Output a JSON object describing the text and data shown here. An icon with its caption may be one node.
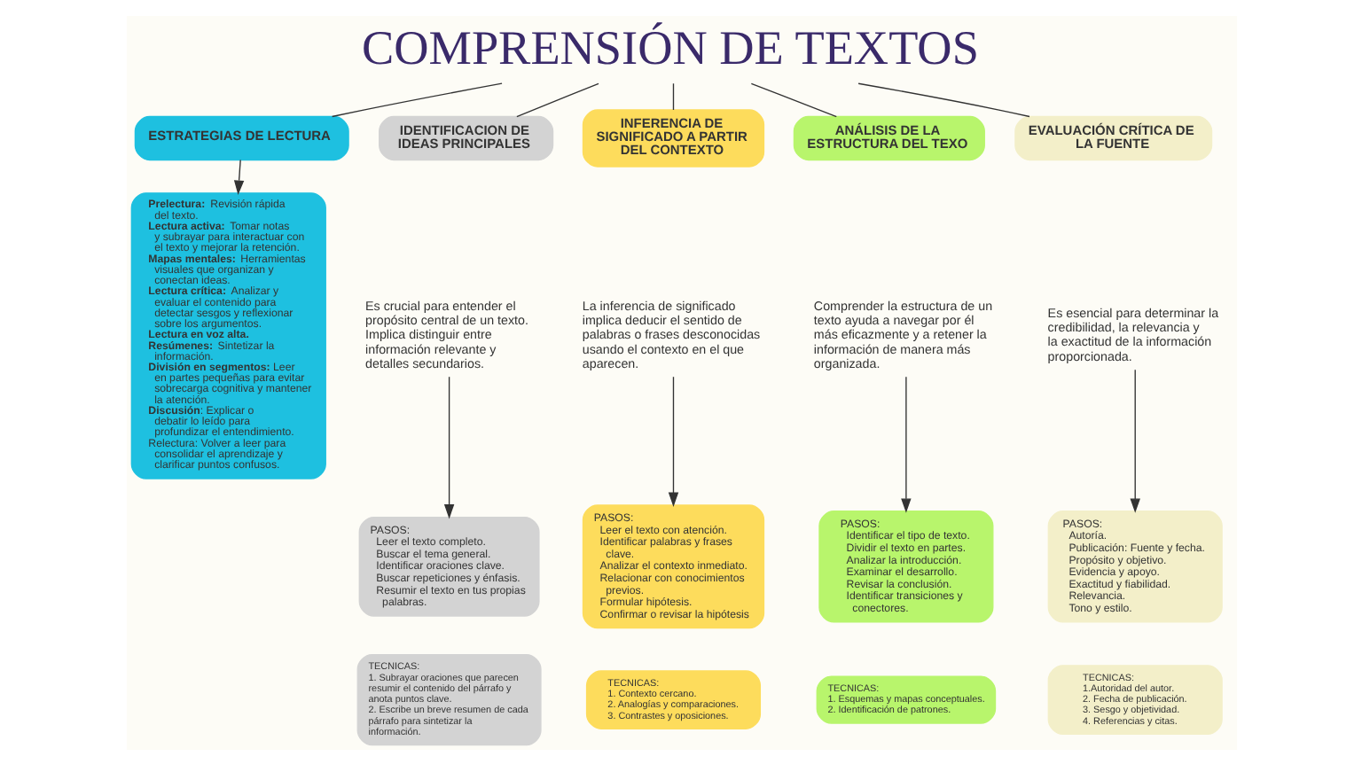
{
  "diagram": {
    "nodes": [
      {
        "text": [
          "COMPRENSIÓN DE TEXTOS"
        ]
      },
      {
        "text": [
          "ESTRATEGIAS DE LECTURA"
        ]
      },
      {
        "text": [
          "**Prelectura:** Revisión rápida del texto.",
          "**Lectura activa:** Tomar notas y subrayar para interactuar con el texto y mejorar la retención.",
          "**Mapas mentales:** Herramientas visuales que organizan y conectan ideas.",
          "**Lectura crítica:** Analizar y evaluar el contenido para detectar sesgos y reflexionar sobre los argumentos.",
          "**Lectura en voz alta.**",
          "**Resúmenes:** Sintetizar la información.",
          "**División en segmentos:** Leer en partes pequeñas para evitar sobrecarga cognitiva y mantener la atención.",
          "**Discusión**: Explicar o debatir lo leído para profundizar el entendimiento.",
          "Relectura: Volver a leer para consolidar el aprendizaje y clarificar puntos confusos."
        ]
      },
      {
        "text": [
          "IDENTIFICACION DE IDEAS PRINCIPALES"
        ]
      },
      {
        "text": [
          "Es crucial para entender el propósito central de un texto. Implica distinguir entre información relevante y detalles secundarios."
        ]
      },
      {
        "text": [
          "PASOS:",
          "Leer el texto completo.",
          "Buscar el tema general.",
          "Identificar oraciones clave.",
          "Buscar repeticiones y énfasis.",
          "Resumir el texto en tus propias palabras."
        ]
      },
      {
        "text": [
          "TECNICAS:",
          "1. Subrayar oraciones que parecen resumir el contenido del párrafo y anota puntos clave.",
          "2. Escribe un breve resumen de cada párrafo para sintetizar la información."
        ]
      },
      {
        "text": [
          "INFERENCIA DE SIGNIFICADO A PARTIR DEL CONTEXTO"
        ]
      },
      {
        "text": [
          "La inferencia de significado implica deducir el sentido de palabras o frases desconocidas usando el contexto en el que aparecen."
        ]
      },
      {
        "text": [
          "PASOS:",
          "Leer el texto con atención.",
          "Identificar palabras y frases clave.",
          "Analizar el contexto inmediato.",
          "Relacionar con conocimientos previos.",
          "Formular hipótesis.",
          "Confirmar o revisar la hipótesis"
        ]
      },
      {
        "text": [
          "TECNICAS:",
          "1. Contexto cercano.",
          "2. Analogías y comparaciones.",
          "3. Contrastes y oposiciones."
        ]
      },
      {
        "text": [
          "ANÁLISIS DE LA ESTRUCTURA DEL TEXO"
        ]
      },
      {
        "text": [
          "Comprender la estructura de un texto ayuda a navegar por él más eficazmente y a retener la información de manera más organizada."
        ]
      },
      {
        "text": [
          "PASOS:",
          "Identificar el tipo de texto.",
          "Dividir el texto en partes.",
          "Analizar la introducción.",
          "Examinar el desarrollo.",
          "Revisar la conclusión.",
          "Identificar transiciones y conectores."
        ]
      },
      {
        "text": [
          "TECNICAS:",
          "1. Esquemas y mapas conceptuales.",
          "2. Identificación de patrones."
        ]
      },
      {
        "text": [
          "EVALUACIÓN CRÍTICA DE LA FUENTE"
        ]
      },
      {
        "text": [
          "Es esencial para determinar la credibilidad, la relevancia y la exactitud de la información proporcionada."
        ]
      },
      {
        "text": [
          "PASOS:",
          "Autoría.",
          "Publicación: Fuente y fecha.",
          "Propósito y objetivo.",
          "Evidencia y apoyo.",
          "Exactitud y fiabilidad.",
          "Relevancia.",
          "Tono y estilo."
        ]
      },
      {
        "text": [
          "TECNICAS:",
          "1.Autoridad del autor.",
          "2. Fecha de publicación.",
          "3. Sesgo y objetividad.",
          "4. Referencias y citas."
        ]
      }
    ],
    "edges": [
      {
        "from": 0,
        "to": 1,
        "arrow": "none"
      },
      {
        "from": 0,
        "to": 3,
        "arrow": "none"
      },
      {
        "from": 0,
        "to": 7,
        "arrow": "none"
      },
      {
        "from": 0,
        "to": 11,
        "arrow": "none"
      },
      {
        "from": 0,
        "to": 15,
        "arrow": "none"
      },
      {
        "from": 1,
        "to": 2,
        "arrow": "to"
      },
      {
        "from": 4,
        "to": 5,
        "arrow": "to"
      },
      {
        "from": 8,
        "to": 9,
        "arrow": "to"
      },
      {
        "from": 12,
        "to": 13,
        "arrow": "to"
      },
      {
        "from": 16,
        "to": 17,
        "arrow": "to"
      }
    ]
  }
}
